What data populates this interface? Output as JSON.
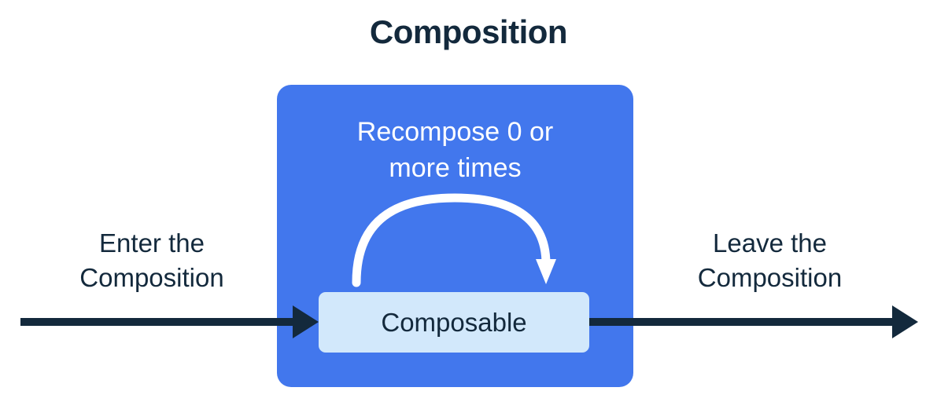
{
  "title": "Composition",
  "panel": {
    "name": "composition-panel",
    "recompose_label_line1": "Recompose 0 or",
    "recompose_label_line2": "more times",
    "color": "#4277ed"
  },
  "composable": {
    "label": "Composable",
    "fill": "#d2e8fb",
    "text_color": "#13293c"
  },
  "captions": {
    "enter_line1": "Enter the",
    "enter_line2": "Composition",
    "leave_line1": "Leave the",
    "leave_line2": "Composition"
  },
  "arrows": {
    "enter_arrow_name": "enter-composition-arrow",
    "leave_arrow_name": "leave-composition-arrow",
    "recompose_arrow_name": "recompose-loop-arrow",
    "straight_arrow_color": "#13293c",
    "loop_arrow_color": "#ffffff"
  },
  "colors": {
    "background": "#ffffff",
    "ink": "#13293c",
    "accent_blue": "#4277ed",
    "light_blue": "#d2e8fb",
    "white": "#ffffff"
  },
  "chart_data": {
    "type": "diagram",
    "title": "Composition",
    "nodes": [
      {
        "id": "composition",
        "label": "Composition",
        "shape": "rounded-rect",
        "color": "#4277ed",
        "role": "container"
      },
      {
        "id": "composable",
        "label": "Composable",
        "shape": "rounded-rect",
        "color": "#d2e8fb",
        "role": "node"
      }
    ],
    "edges": [
      {
        "id": "enter",
        "label": "Enter the Composition",
        "from": "outside-left",
        "to": "composable",
        "style": "straight-arrow",
        "color": "#13293c"
      },
      {
        "id": "recompose",
        "label": "Recompose 0 or more times",
        "from": "composable",
        "to": "composable",
        "style": "self-loop-arc",
        "color": "#ffffff"
      },
      {
        "id": "leave",
        "label": "Leave the Composition",
        "from": "composable",
        "to": "outside-right",
        "style": "straight-arrow",
        "color": "#13293c"
      }
    ]
  }
}
